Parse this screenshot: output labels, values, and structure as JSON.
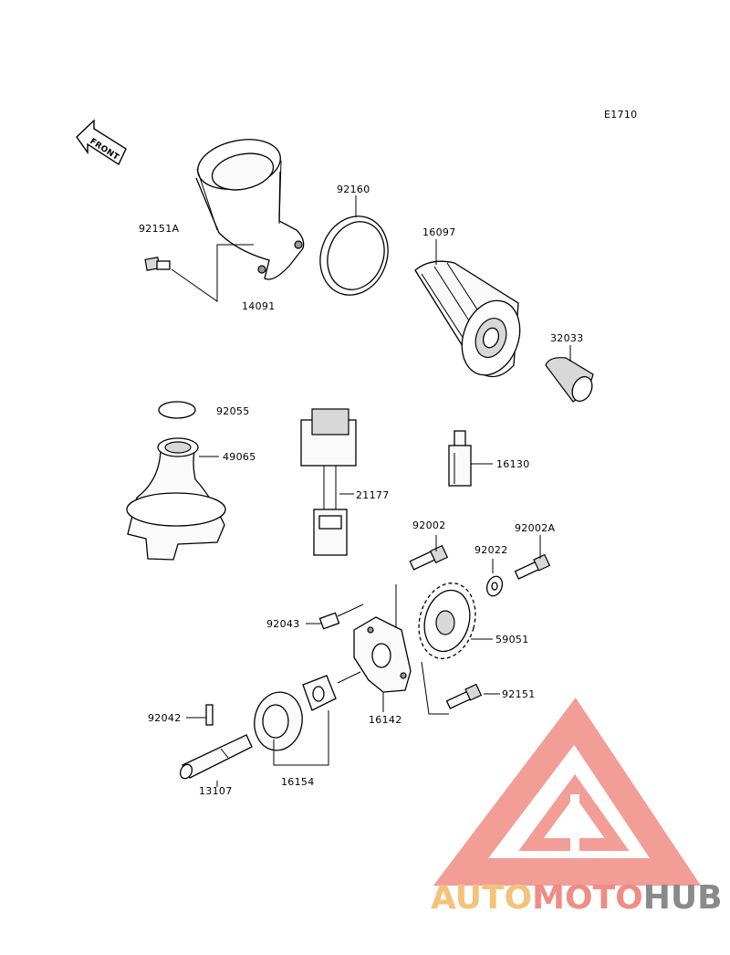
{
  "diagram_code": "E1710",
  "front_arrow_text": "FRONT",
  "parts": {
    "p92151A": "92151A",
    "p14091": "14091",
    "p92160": "92160",
    "p16097": "16097",
    "p32033": "32033",
    "p92055": "92055",
    "p49065": "49065",
    "p21177": "21177",
    "p16130": "16130",
    "p92002": "92002",
    "p92002A": "92002A",
    "p92022": "92022",
    "p92043": "92043",
    "p59051": "59051",
    "p92151": "92151",
    "p92042": "92042",
    "p16142": "16142",
    "p13107": "13107",
    "p16154": "16154"
  },
  "watermark": {
    "word_a": "AUTO",
    "word_b": "MOTO",
    "word_c": "HUB",
    "colors": {
      "auto": "#f5c27a",
      "moto": "#f08c84",
      "hub": "#8a8a8a",
      "logo": "#f08c84"
    }
  }
}
